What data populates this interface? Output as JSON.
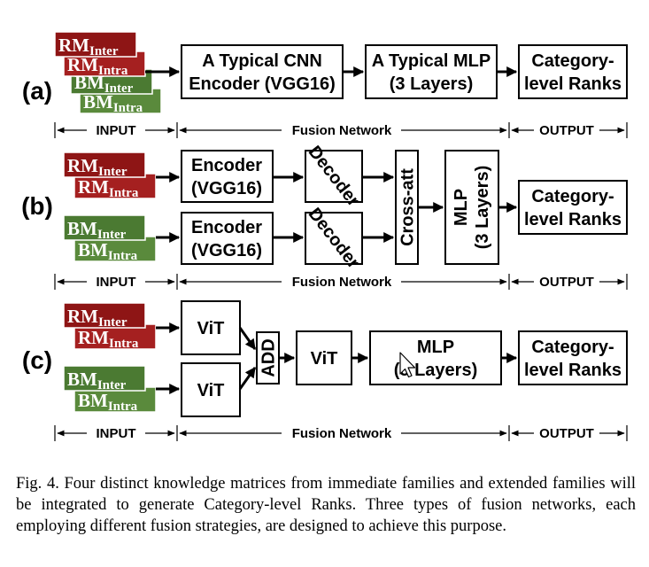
{
  "colors": {
    "rm": "#8e1515",
    "bm": "#4b7a32",
    "stroke": "#000000"
  },
  "matrices": {
    "rm": "RM",
    "bm": "BM",
    "inter": "Inter",
    "intra": "Intra"
  },
  "rows": {
    "a": {
      "label": "(a)",
      "encoder": [
        "A Typical CNN",
        "Encoder (VGG16)"
      ],
      "mlp": [
        "A Typical MLP",
        "(3 Layers)"
      ],
      "output": [
        "Category-",
        "level Ranks"
      ]
    },
    "b": {
      "label": "(b)",
      "encoder": [
        "Encoder",
        "(VGG16)"
      ],
      "decoder": "Decoder",
      "crossatt": "Cross-att",
      "mlp": [
        "MLP",
        "(3 Layers)"
      ],
      "output": [
        "Category-",
        "level Ranks"
      ]
    },
    "c": {
      "label": "(c)",
      "vit": "ViT",
      "add": "ADD",
      "mlp": [
        "MLP",
        "(3 Layers)"
      ],
      "output": [
        "Category-",
        "level Ranks"
      ]
    }
  },
  "sections": {
    "input": "INPUT",
    "fusion": "Fusion Network",
    "output": "OUTPUT"
  },
  "caption": "Fig. 4.   Four distinct knowledge matrices from immediate families and extended families will be integrated to generate Category-level Ranks. Three types of fusion networks, each employing different fusion strategies, are designed to achieve this purpose."
}
